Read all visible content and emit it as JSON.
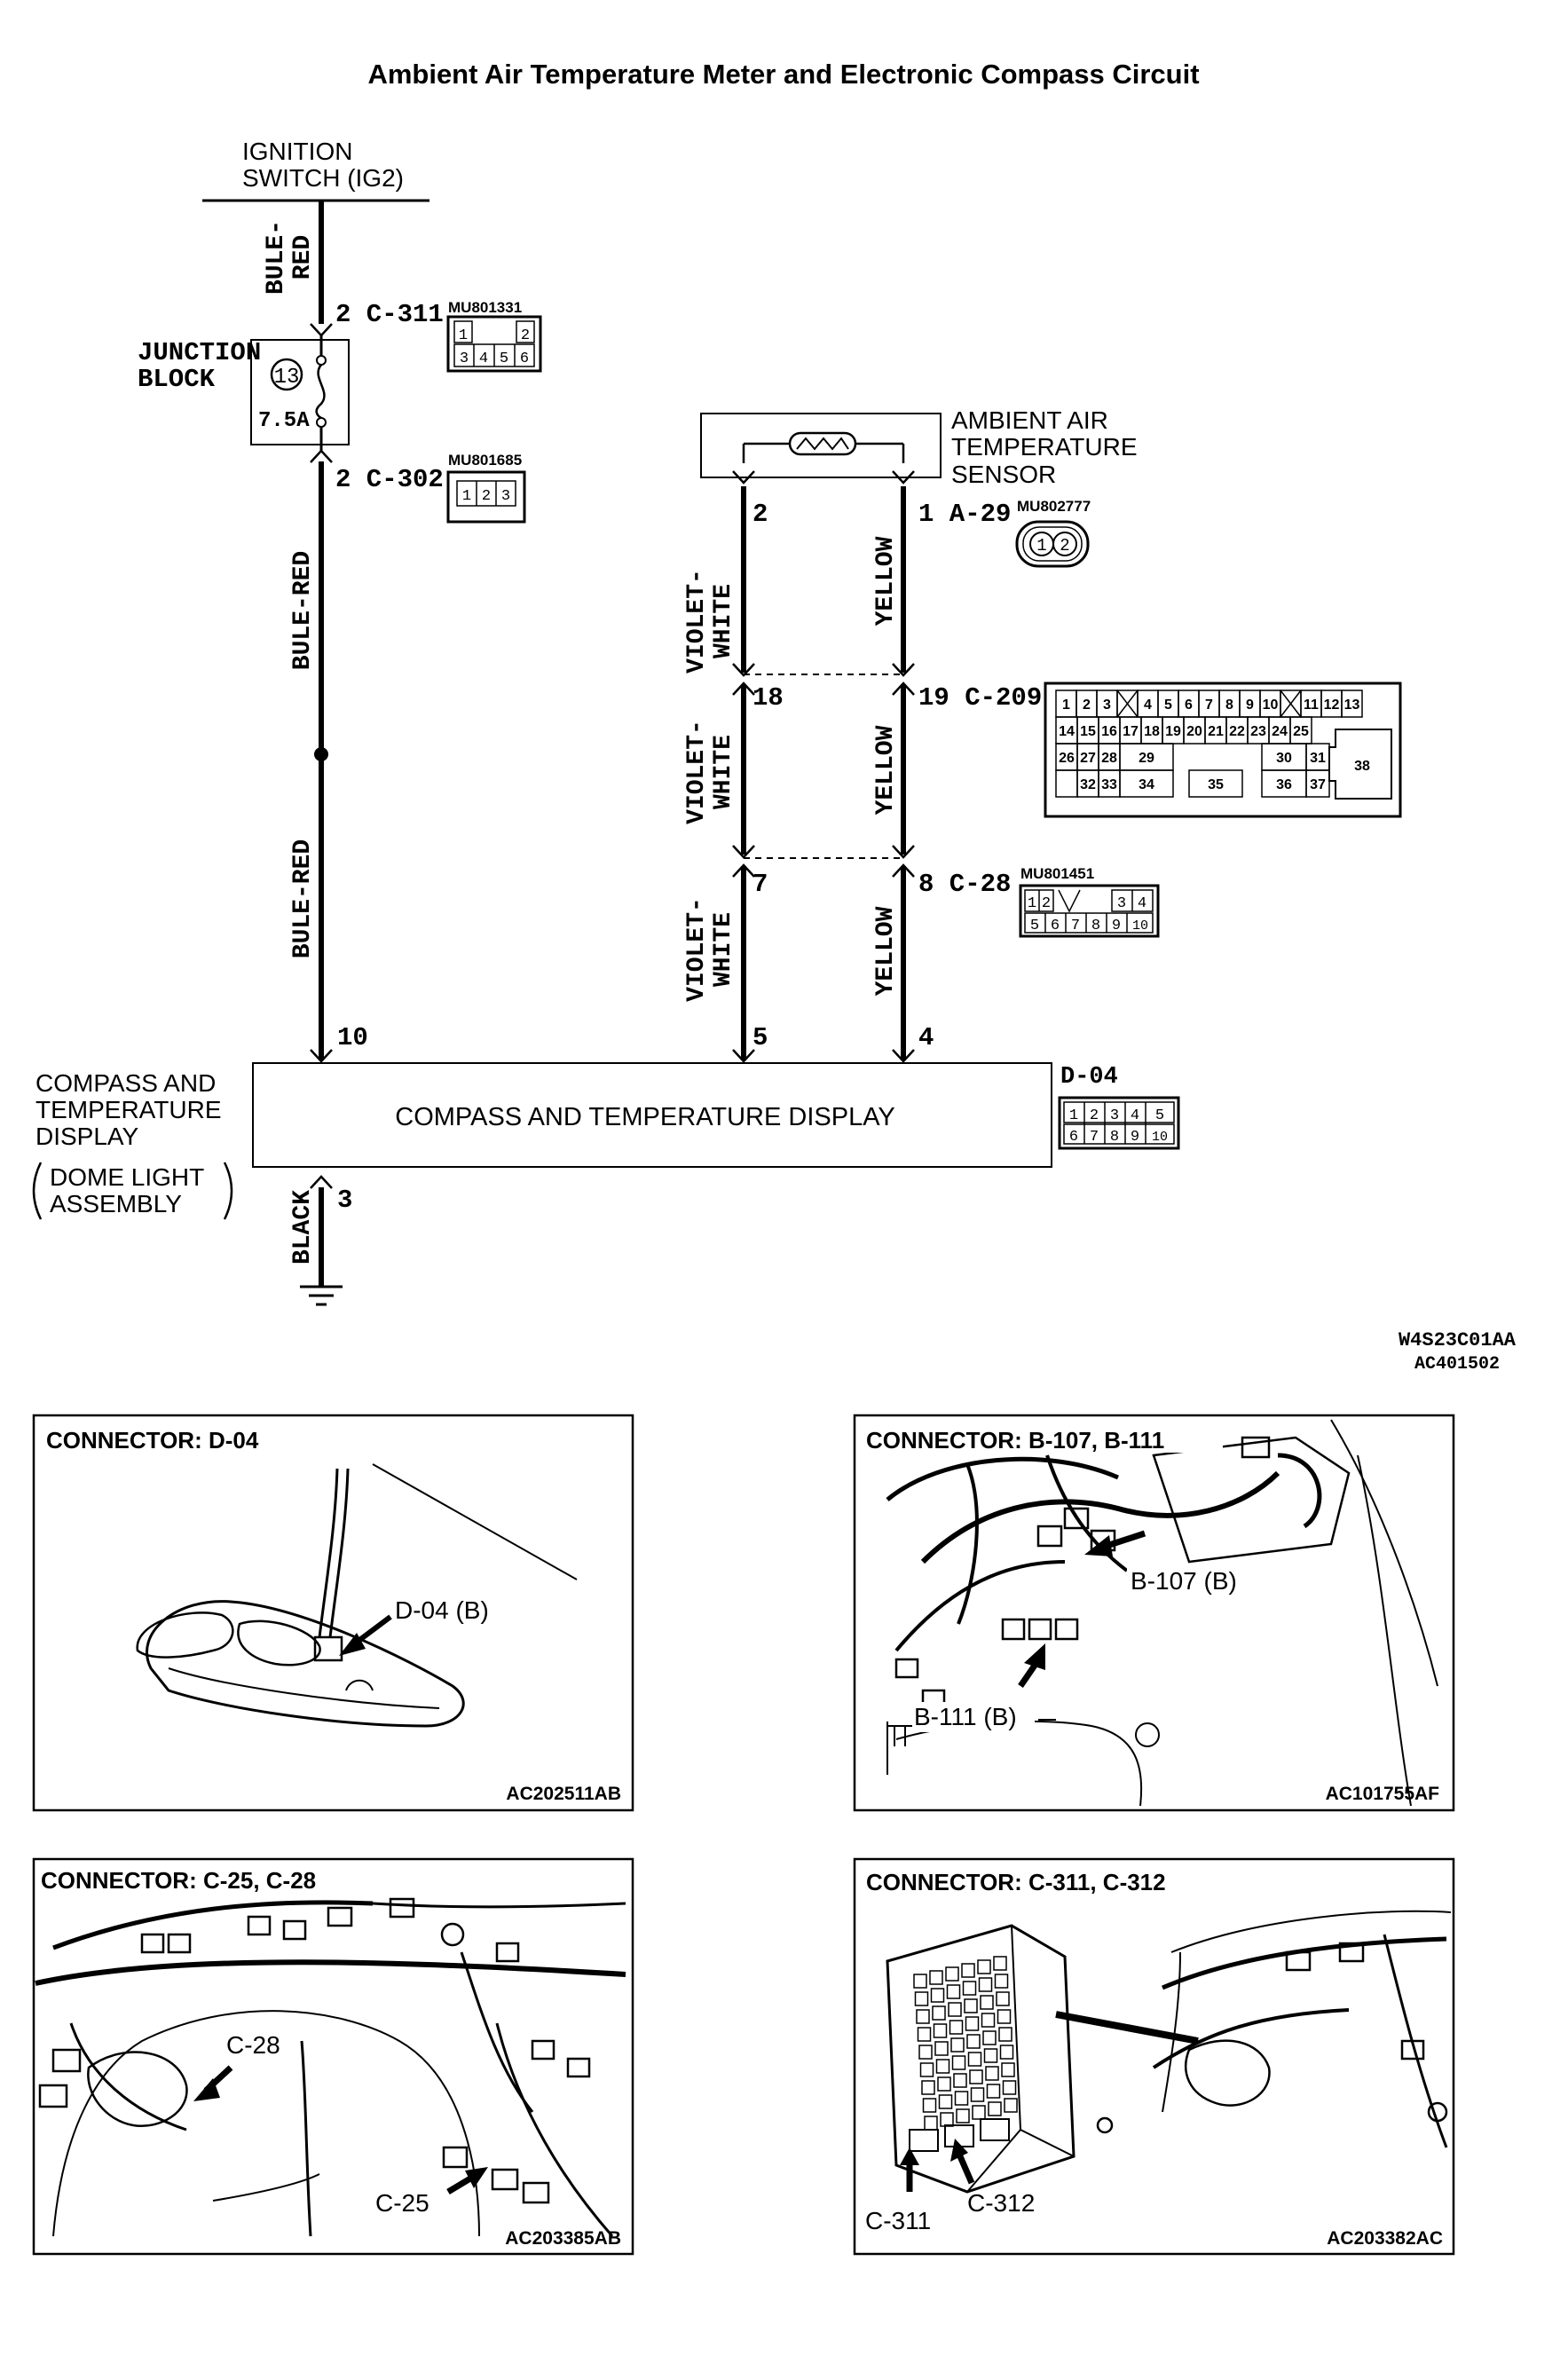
{
  "title": "Ambient Air Temperature Meter and Electronic Compass Circuit",
  "ignition": {
    "line1": "IGNITION",
    "line2": "SWITCH (IG2)"
  },
  "junction_block": {
    "line1": "JUNCTION",
    "line2": "BLOCK",
    "fuse_number": "13",
    "fuse_rating": "7.5A"
  },
  "sensor": {
    "line1": "AMBIENT AIR",
    "line2": "TEMPERATURE",
    "line3": "SENSOR"
  },
  "display": {
    "box_label": "COMPASS AND TEMPERATURE DISPLAY",
    "side_line1": "COMPASS  AND",
    "side_line2": "TEMPERATURE",
    "side_line3": "DISPLAY",
    "paren_line1": "DOME LIGHT",
    "paren_line2": "ASSEMBLY",
    "connector": "D-04"
  },
  "wires": {
    "bule_red_top_1": "BULE-",
    "bule_red_top_2": "RED",
    "bule_red": "BULE-RED",
    "violet_1": "VIOLET-",
    "violet_2": "WHITE",
    "yellow": "YELLOW",
    "black": "BLACK"
  },
  "pins": {
    "c311": "2 C-311",
    "c302": "2 C-302",
    "p10": "10",
    "p3": "3",
    "s2": "2",
    "a29": "1 A-29",
    "p18": "18",
    "c209": "19 C-209",
    "p7": "7",
    "c28": "8 C-28",
    "p5": "5",
    "p4": "4"
  },
  "part_numbers": {
    "c311": "MU801331",
    "c302": "MU801685",
    "a29": "MU802777",
    "c28": "MU801451"
  },
  "connector_cells": {
    "c311_top": [
      "1",
      "2"
    ],
    "c311_bottom": [
      "3",
      "4",
      "5",
      "6"
    ],
    "c302": [
      "1",
      "2",
      "3"
    ],
    "a29": [
      "1",
      "2"
    ],
    "c28_top": [
      "1",
      "2",
      "3",
      "4"
    ],
    "c28_bottom": [
      "5",
      "6",
      "7",
      "8",
      "9",
      "10"
    ],
    "d04_top": [
      "1",
      "2",
      "3",
      "4",
      "5"
    ],
    "d04_bottom": [
      "6",
      "7",
      "8",
      "9",
      "10"
    ],
    "c209_row1": [
      "1",
      "2",
      "3",
      "4",
      "5",
      "6",
      "7",
      "8",
      "9",
      "10",
      "11",
      "12",
      "13"
    ],
    "c209_row2": [
      "14",
      "15",
      "16",
      "17",
      "18",
      "19",
      "20",
      "21",
      "22",
      "23",
      "24",
      "25"
    ],
    "c209_row3": [
      "26",
      "27",
      "28",
      "29",
      "30",
      "31"
    ],
    "c209_row4": [
      "32",
      "33",
      "34",
      "35",
      "36",
      "37"
    ],
    "c209_big": "38"
  },
  "diagram_codes": {
    "line1": "W4S23C01AA",
    "line2": "AC401502"
  },
  "panels": [
    {
      "title": "CONNECTOR: D-04",
      "callouts": [
        "D-04 (B)"
      ],
      "code": "AC202511AB"
    },
    {
      "title": "CONNECTOR: B-107, B-111",
      "callouts": [
        "B-107 (B)",
        "B-111 (B)"
      ],
      "code": "AC101755AF"
    },
    {
      "title": "CONNECTOR: C-25, C-28",
      "callouts": [
        "C-28",
        "C-25"
      ],
      "code": "AC203385AB"
    },
    {
      "title": "CONNECTOR: C-311, C-312",
      "callouts": [
        "C-311",
        "C-312"
      ],
      "code": "AC203382AC"
    }
  ]
}
